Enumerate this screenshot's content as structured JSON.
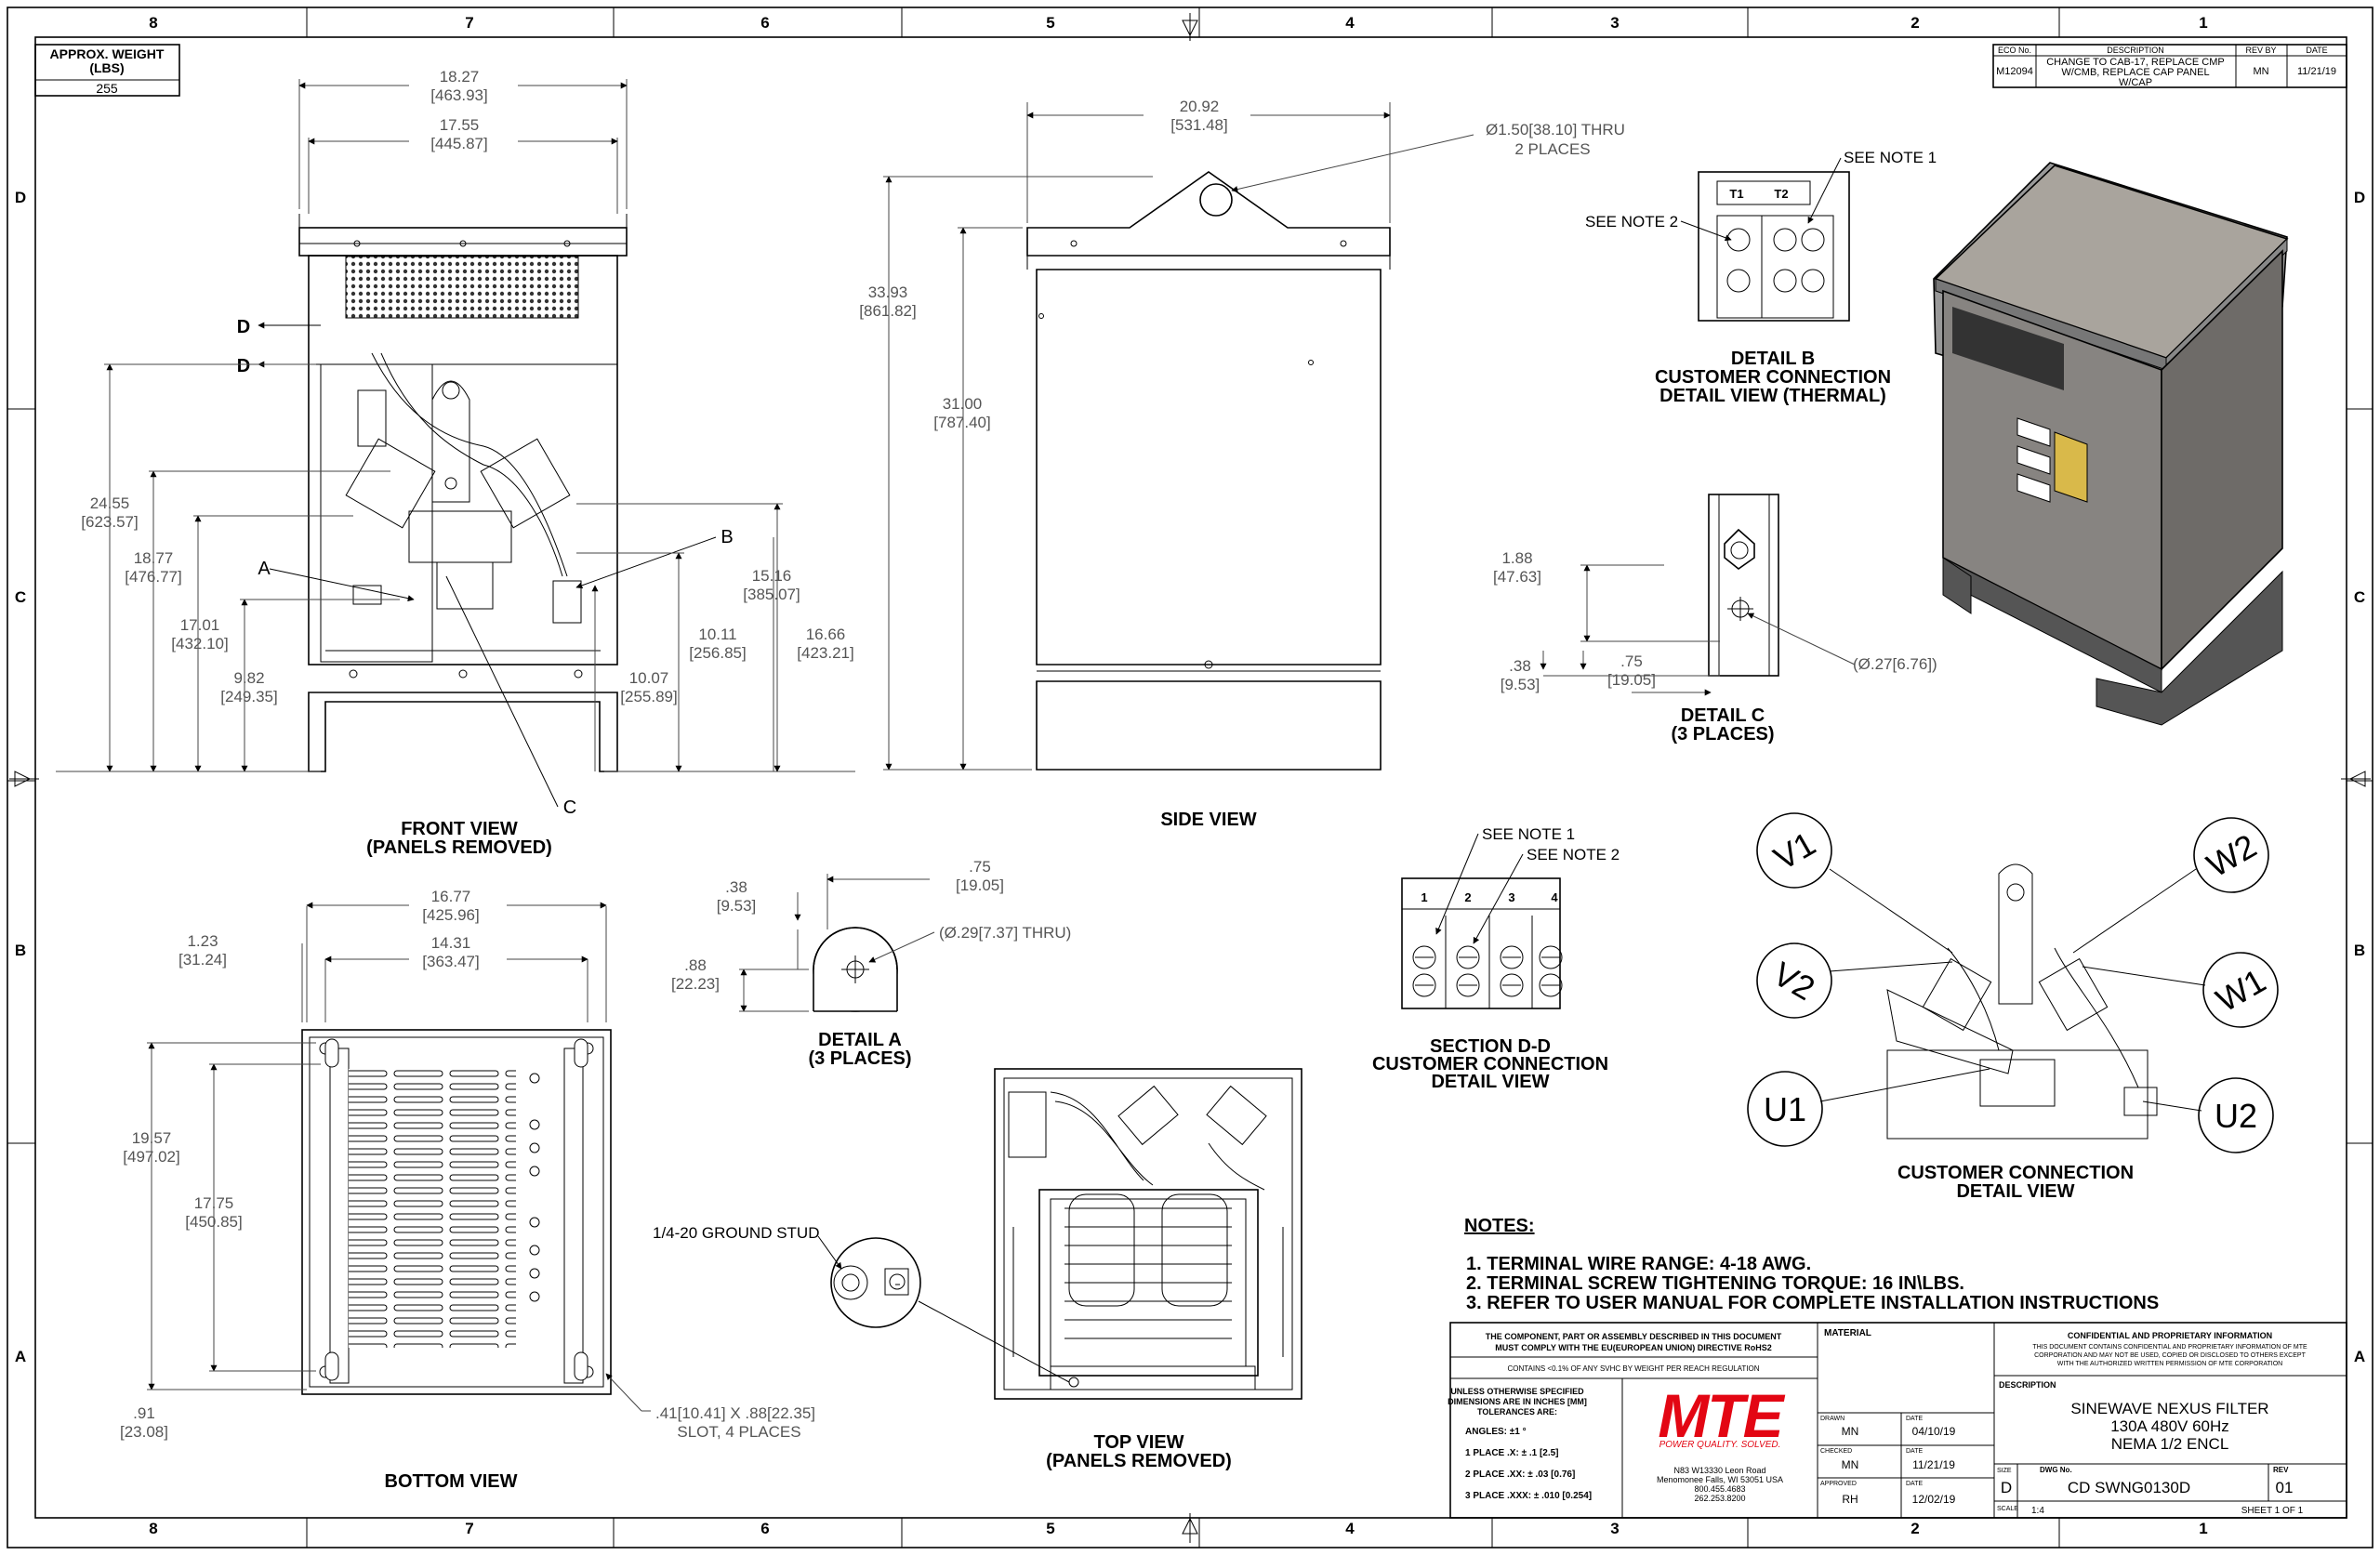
{
  "zones": {
    "columns": [
      "8",
      "7",
      "6",
      "5",
      "4",
      "3",
      "2",
      "1"
    ],
    "rows": [
      "D",
      "C",
      "B",
      "A"
    ]
  },
  "weight": {
    "header": "APPROX. WEIGHT",
    "unit": "(LBS)",
    "value": "255"
  },
  "revision_block": {
    "headers": [
      "ECO No.",
      "DESCRIPTION",
      "REV BY",
      "DATE"
    ],
    "eco": "M12094",
    "description_lines": [
      "CHANGE TO CAB-17, REPLACE CMP",
      "W/CMB, REPLACE CAP PANEL",
      "W/CAP"
    ],
    "rev_by": "MN",
    "date": "11/21/19"
  },
  "front_view": {
    "title": "FRONT VIEW",
    "subtitle": "(PANELS REMOVED)",
    "dims": [
      {
        "a": "18.27",
        "b": "[463.93]"
      },
      {
        "a": "17.55",
        "b": "[445.87]"
      },
      {
        "a": "24.55",
        "b": "[623.57]"
      },
      {
        "a": "18.77",
        "b": "[476.77]"
      },
      {
        "a": "17.01",
        "b": "[432.10]"
      },
      {
        "a": "9.82",
        "b": "[249.35]"
      },
      {
        "a": "15.16",
        "b": "[385.07]"
      },
      {
        "a": "10.11",
        "b": "[256.85]"
      },
      {
        "a": "16.66",
        "b": "[423.21]"
      },
      {
        "a": "10.07",
        "b": "[255.89]"
      }
    ],
    "callouts": [
      "D",
      "D",
      "A",
      "B",
      "C"
    ]
  },
  "side_view": {
    "title": "SIDE VIEW",
    "dims": [
      {
        "a": "20.92",
        "b": "[531.48]"
      },
      {
        "a": "33.93",
        "b": "[861.82]"
      },
      {
        "a": "31.00",
        "b": "[787.40]"
      }
    ],
    "hole_note": {
      "a": "Ø1.50[38.10] THRU",
      "b": "2 PLACES"
    }
  },
  "detail_b": {
    "title": "DETAIL B",
    "subtitle": "CUSTOMER CONNECTION",
    "subtitle2": "DETAIL VIEW (THERMAL)",
    "see_note_1": "SEE NOTE 1",
    "see_note_2": "SEE NOTE 2",
    "terminals": [
      "T1",
      "T2"
    ]
  },
  "detail_c": {
    "title": "DETAIL C",
    "subtitle": "(3 PLACES)",
    "dims": [
      {
        "a": "1.88",
        "b": "[47.63]"
      },
      {
        "a": ".38",
        "b": "[9.53]"
      },
      {
        "a": ".75",
        "b": "[19.05]"
      }
    ],
    "hole": "(Ø.27[6.76])"
  },
  "bottom_view": {
    "title": "BOTTOM VIEW",
    "dims": [
      {
        "a": "16.77",
        "b": "[425.96]"
      },
      {
        "a": "14.31",
        "b": "[363.47]"
      },
      {
        "a": "1.23",
        "b": "[31.24]"
      },
      {
        "a": "19.57",
        "b": "[497.02]"
      },
      {
        "a": "17.75",
        "b": "[450.85]"
      },
      {
        "a": ".91",
        "b": "[23.08]"
      }
    ],
    "slot": {
      "a": ".41[10.41] X .88[22.35]",
      "b": "SLOT, 4 PLACES"
    }
  },
  "detail_a": {
    "title": "DETAIL A",
    "subtitle": "(3 PLACES)",
    "dims": [
      {
        "a": ".38",
        "b": "[9.53]"
      },
      {
        "a": ".75",
        "b": "[19.05]"
      },
      {
        "a": ".88",
        "b": "[22.23]"
      }
    ],
    "hole": "(Ø.29[7.37] THRU)"
  },
  "top_view": {
    "title": "TOP VIEW",
    "subtitle": "(PANELS REMOVED)",
    "ground": "1/4-20 GROUND STUD"
  },
  "section_dd": {
    "title": "SECTION D-D",
    "subtitle": "CUSTOMER CONNECTION",
    "subtitle2": "DETAIL VIEW",
    "see_note_1": "SEE NOTE 1",
    "see_note_2": "SEE NOTE 2",
    "terminals": [
      "1",
      "2",
      "3",
      "4"
    ]
  },
  "customer_connection": {
    "title": "CUSTOMER CONNECTION",
    "subtitle": "DETAIL VIEW",
    "labels": [
      "V1",
      "V2",
      "U1",
      "W2",
      "W1",
      "U2"
    ]
  },
  "notes": {
    "title": "NOTES:",
    "items": [
      "1.  TERMINAL WIRE RANGE: 4-18 AWG.",
      "2.  TERMINAL SCREW TIGHTENING TORQUE: 16 IN\\LBS.",
      "3.  REFER TO USER MANUAL FOR COMPLETE INSTALLATION INSTRUCTIONS"
    ]
  },
  "title_block": {
    "compliance1": "THE COMPONENT, PART OR ASSEMBLY DESCRIBED IN THIS DOCUMENT",
    "compliance2": "MUST COMPLY WITH THE EU(EUROPEAN UNION) DIRECTIVE RoHS2",
    "svhc": "CONTAINS <0.1% OF ANY SVHC BY WEIGHT PER REACH REGULATION",
    "tol1": "UNLESS OTHERWISE SPECIFIED",
    "tol2": "DIMENSIONS ARE IN INCHES [MM]",
    "tol3": "TOLERANCES ARE:",
    "angles": "ANGLES: ±1 °",
    "place1": "1 PLACE .X: ± .1 [2.5]",
    "place2": "2 PLACE .XX: ± .03 [0.76]",
    "place3": "3 PLACE .XXX: ± .010 [0.254]",
    "logo": "MTE",
    "tagline": "POWER QUALITY. SOLVED.",
    "address1": "N83 W13330 Leon Road",
    "address2": "Menomonee Falls, WI 53051 USA",
    "phone1": "800.455.4683",
    "phone2": "262.253.8200",
    "material_label": "MATERIAL",
    "drawn_label": "DRAWN",
    "drawn_by": "MN",
    "drawn_date_label": "DATE",
    "drawn_date": "04/10/19",
    "checked_label": "CHECKED",
    "checked_by": "MN",
    "checked_date_label": "DATE",
    "checked_date": "11/21/19",
    "approved_label": "APPROVED",
    "approved_by": "RH",
    "approved_date_label": "DATE",
    "approved_date": "12/02/19",
    "confidential_title": "CONFIDENTIAL AND PROPRIETARY INFORMATION",
    "conf1": "THIS DOCUMENT CONTAINS CONFIDENTIAL AND PROPRIETARY INFORMATION OF MTE",
    "conf2": "CORPORATION AND MAY NOT BE USED, COPIED OR DISCLOSED TO OTHERS EXCEPT",
    "conf3": "WITH THE AUTHORIZED WRITTEN PERMISSION OF MTE CORPORATION",
    "description_label": "DESCRIPTION",
    "desc1": "SINEWAVE NEXUS FILTER",
    "desc2": "130A 480V 60Hz",
    "desc3": "NEMA 1/2 ENCL",
    "size_label": "SIZE",
    "size": "D",
    "dwg_label": "DWG No.",
    "dwg": "CD SWNG0130D",
    "rev_label": "REV",
    "rev": "01",
    "scale_label": "SCALE",
    "scale": "1:4",
    "sheet": "SHEET 1 OF 1"
  }
}
